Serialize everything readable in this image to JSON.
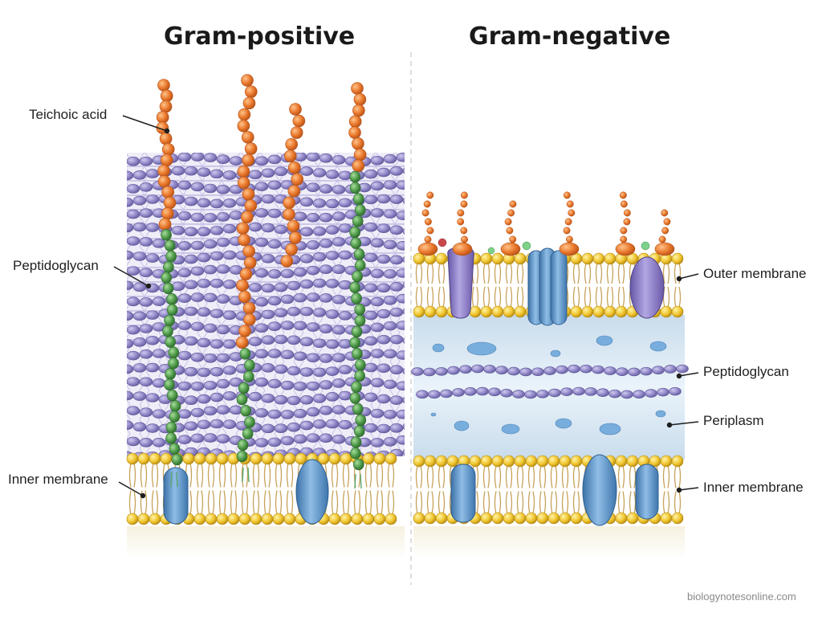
{
  "titles": {
    "left": "Gram-positive",
    "right": "Gram-negative"
  },
  "labels": {
    "teichoic_acid": "Teichoic acid",
    "peptidoglycan_left": "Peptidoglycan",
    "inner_membrane_left": "Inner membrane",
    "outer_membrane": "Outer membrane",
    "peptidoglycan_right": "Peptidoglycan",
    "periplasm": "Periplasm",
    "inner_membrane_right": "Inner membrane"
  },
  "credit": "biologynotesonline.com",
  "colors": {
    "peptidoglycan": "#8b82c4",
    "teichoic_acid": "#e8762a",
    "lipoteichoic_stalk": "#4f9a4a",
    "lipid_head": "#f0c52e",
    "lipid_tail": "#c7a25a",
    "membrane_protein": "#5b93c9",
    "purple_protein": "#8c78c2",
    "periplasm": "#d8e8f3"
  }
}
